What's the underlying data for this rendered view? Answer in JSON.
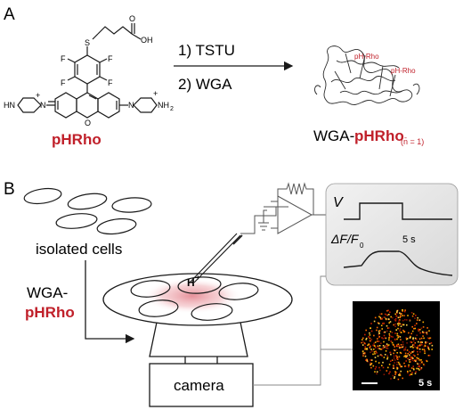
{
  "panel_a": {
    "label": "A",
    "acid_group": "OH",
    "acid_oxygen": "O",
    "thio": "S",
    "fluorines": [
      "F",
      "F",
      "F",
      "F"
    ],
    "ring_oxygen": "O",
    "left_amine_hn": "HN",
    "left_amine_n": "N",
    "right_amine_n": "N",
    "right_amine_nh2": "NH",
    "right_amine_sub": "2",
    "plus": "+",
    "dye_name": "pHRho",
    "steps": [
      "1) TSTU",
      "2) WGA"
    ],
    "protein_labels": [
      "pH-Rho",
      "pH-Rho"
    ],
    "product_prefix": "WGA-",
    "product_name": "pHRho",
    "product_sub": "(n̄ = 1)"
  },
  "panel_b": {
    "label": "B",
    "cells_label": "isolated cells",
    "reagent_line1": "WGA-",
    "reagent_line2": "pHRho",
    "proton": "H",
    "proton_charge": "+",
    "camera_label": "camera",
    "trace_v": "V",
    "trace_df": "ΔF/F",
    "trace_df_sub": "0",
    "trace_time": "5 s",
    "image_time": "5 s"
  },
  "colors": {
    "accent_red": "#c0202a",
    "glow": "#e8a0a6",
    "monitor": "#e6e6e6"
  }
}
